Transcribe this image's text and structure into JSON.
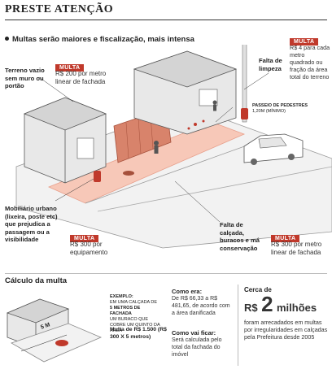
{
  "header": {
    "title": "PRESTE ATENÇÃO",
    "subtitle": "Multas serão maiores e fiscalização, mais intensa"
  },
  "colors": {
    "accent": "#c0392b",
    "sidewalk": "#f7c8b8",
    "building": "#e8e8e8",
    "outline": "#555555"
  },
  "labels": {
    "terreno": "Terreno vazio sem muro ou portão",
    "falta_limpeza": "Falta de limpeza",
    "passeio": "PASSEIO DE PEDESTRES",
    "passeio_min": "1,20M (MÍNIMO)",
    "mobiliario": "Mobiliário urbano (lixeira, poste etc) que prejudica a passagem ou a visibilidade",
    "falta_calcada": "Falta de calçada, buracos e má conservação"
  },
  "fines": {
    "badge": "MULTA",
    "terreno": "R$ 200 por metro linear de fachada",
    "limpeza": "R$ 4 para cada metro quadrado ou fração da área total do terreno",
    "mobiliario": "R$ 300 por equipamento",
    "calcada": "R$ 300 por metro linear de fachada"
  },
  "calc": {
    "title": "Cálculo da multa",
    "example_label": "EXEMPLO:",
    "example_text_a": "EM UMA CALÇADA DE",
    "example_text_b": "5 METROS DE FACHADA",
    "example_text_c": "UM BURACO QUE COBRE UM QUINTO DA ÁREA",
    "example_fine": "Multa de R$ 1.500 (R$ 300 X 5 metros)",
    "measure": "5 M",
    "como_era_title": "Como era:",
    "como_era_text": "De R$ 66,33 a R$ 481,65, de acordo com a área danificada",
    "como_vai_title": "Como vai ficar:",
    "como_vai_text": "Será calculada pelo total da fachada do imóvel",
    "cerca": "Cerca de",
    "currency": "R$",
    "amount": "2",
    "unit": "milhões",
    "total_text": "foram arrecadados em multas por irregularidades em calçadas pela Prefeitura desde 2005"
  }
}
